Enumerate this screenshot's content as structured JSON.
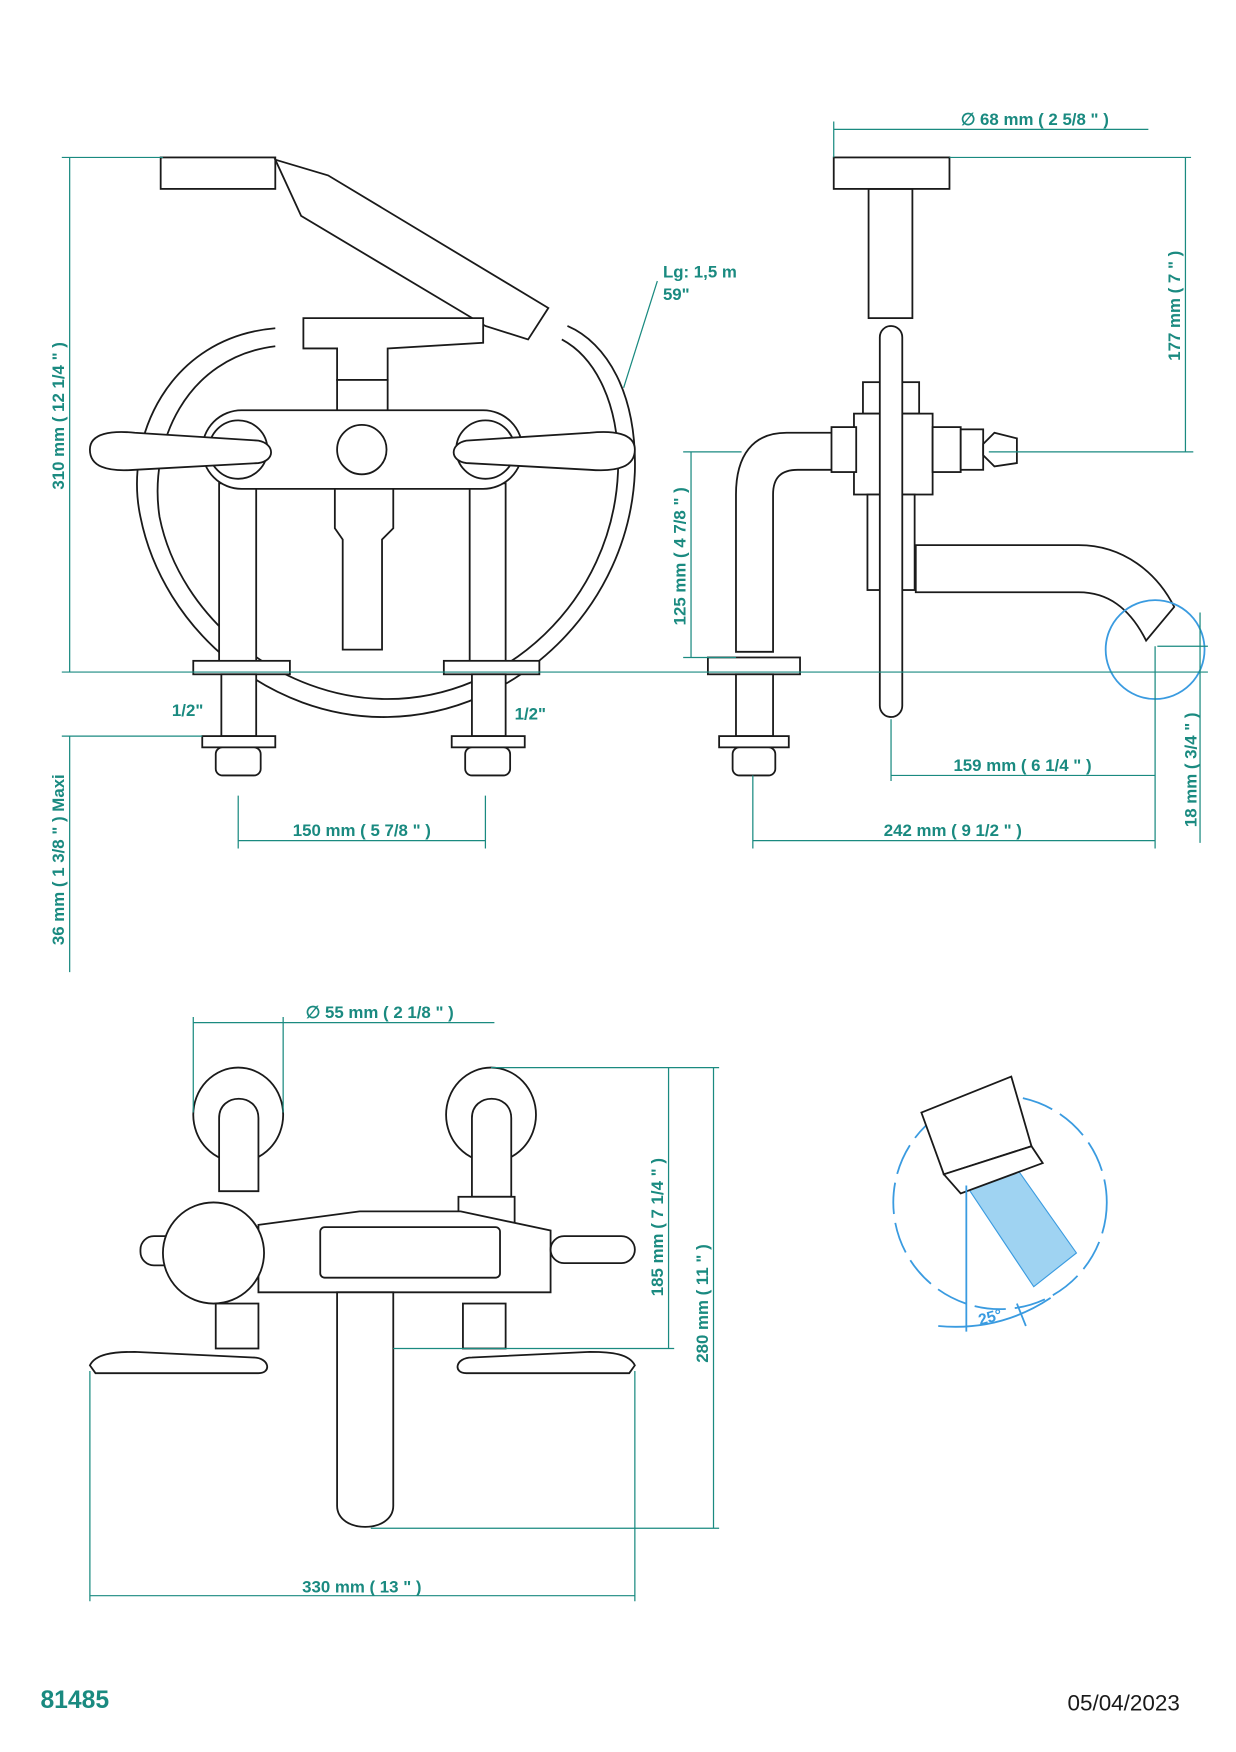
{
  "dimensions": {
    "overall_height": "310 mm ( 12 1/4 \" )",
    "under_deck_max": "36 mm ( 1 3/8 \" )  Maxi",
    "thread_left": "1/2\"",
    "thread_right": "1/2\"",
    "centers": "150 mm ( 5 7/8 \" )",
    "hose_length_metric": "Lg: 1,5 m",
    "hose_length_imperial": "59\"",
    "shower_head_diameter": "∅  68 mm ( 2 5/8 \" )",
    "shower_height": "177 mm ( 7 \" )",
    "deck_to_center": "125 mm ( 4 7/8 \" )",
    "spout_height": "18 mm ( 3/4 \" )",
    "spout_reach": "159 mm ( 6 1/4 \" )",
    "total_depth": "242 mm ( 9 1/2 \" )",
    "rosette_diameter": "∅  55 mm ( 2 1/8 \" )",
    "depth_body": "185 mm ( 7 1/4 \" )",
    "depth_total": "280 mm ( 11 \" )",
    "total_width": "330 mm ( 13 \" )",
    "spray_angle": "25°"
  },
  "footer": {
    "product_code": "81485",
    "date": "05/04/2023"
  },
  "colors": {
    "dimension": "#1a8a80",
    "detail": "#3a9be0",
    "line": "#1a1a1a"
  }
}
